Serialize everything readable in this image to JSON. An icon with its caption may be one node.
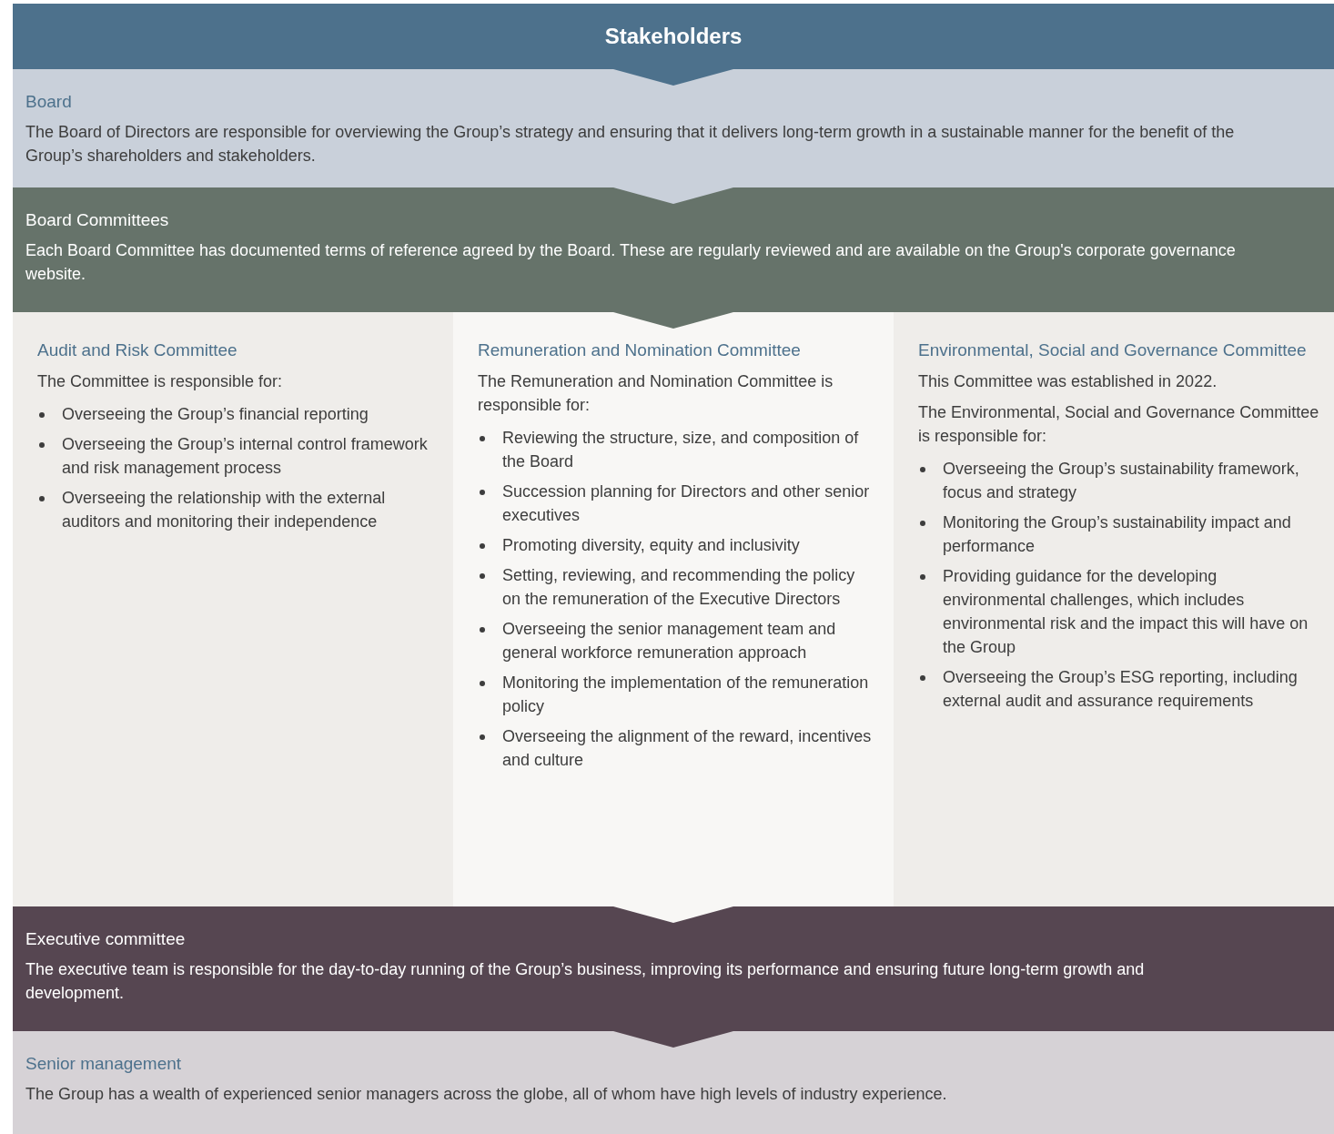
{
  "diagram": {
    "nodes": [
      {
        "text": [
          "Stakeholders"
        ]
      },
      {
        "text": [
          "Board",
          "The Board of Directors are responsible for overviewing the Group’s strategy and ensuring that it delivers long-term growth in a sustainable manner for the benefit of the Group’s shareholders and stakeholders."
        ]
      },
      {
        "text": [
          "Board Committees",
          "Each Board Committee has documented terms of reference agreed by the Board. These are regularly reviewed and are available on the Group's corporate governance website."
        ]
      },
      {
        "text": [
          "Audit and Risk Committee",
          "The Committee is responsible for:",
          "Overseeing the Group’s financial reporting",
          "Overseeing the Group’s internal control framework and risk management process",
          "Overseeing the relationship with the external auditors and monitoring their independence"
        ]
      },
      {
        "text": [
          "Remuneration and Nomination Committee",
          "The Remuneration and Nomination Committee is responsible for:",
          "Reviewing the structure, size, and composition of the Board",
          "Succession planning for Directors and other senior executives",
          "Promoting diversity, equity and inclusivity",
          "Setting, reviewing, and recommending the policy on the remuneration of the Executive Directors",
          "Overseeing the senior management team and general workforce remuneration approach",
          "Monitoring the implementation of the remuneration policy",
          "Overseeing the alignment of the reward, incentives and culture"
        ]
      },
      {
        "text": [
          "Environmental, Social and Governance Committee",
          "This Committee was established in 2022.",
          "The Environmental, Social and Governance Committee is responsible for:",
          "Overseeing the Group’s sustainability framework, focus and strategy",
          "Monitoring the Group’s sustainability impact and performance",
          "Providing guidance for the developing environmental challenges, which includes environmental risk and the impact this will have on the Group",
          "Overseeing the Group’s ESG reporting, including external audit and assurance requirements"
        ]
      },
      {
        "text": [
          "Executive committee",
          "The executive team is responsible for the day-to-day running of the Group’s business, improving its performance and ensuring future long-term growth and development."
        ]
      },
      {
        "text": [
          "Senior management",
          "The Group has a wealth of experienced senior managers across the globe, all of whom have high levels of industry experience."
        ]
      }
    ],
    "edges": [
      {
        "from": 0,
        "to": 1,
        "arrow": "to"
      },
      {
        "from": 1,
        "to": 2,
        "arrow": "to"
      },
      {
        "from": 2,
        "to": 4,
        "arrow": "to"
      },
      {
        "from": 4,
        "to": 6,
        "arrow": "to"
      },
      {
        "from": 6,
        "to": 7,
        "arrow": "to"
      }
    ]
  }
}
